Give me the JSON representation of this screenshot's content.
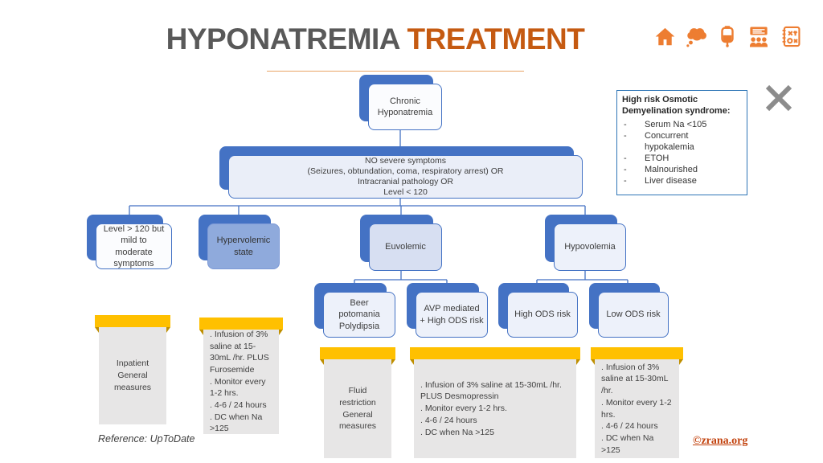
{
  "title": {
    "gray": "HYPONATREMIA",
    "orange": "TREATMENT"
  },
  "icons": [
    "home-icon",
    "thought-cloud-icon",
    "iv-bag-icon",
    "presentation-audience-icon",
    "strategy-notebook-icon",
    "close-icon"
  ],
  "nodes": {
    "root": "Chronic\nHyponatremia",
    "criteria": "NO severe symptoms\n(Seizures, obtundation, coma, respiratory arrest) OR\nIntracranial pathology OR\nLevel < 120",
    "level120": "Level > 120 but\nmild to\nmoderate\nsymptoms",
    "hypervolemic": "Hypervolemic\nstate",
    "euvolemic": "Euvolemic",
    "hypovolemia": "Hypovolemia",
    "beer": "Beer\npotomania\nPolydipsia",
    "avp": "AVP mediated\n+ High ODS risk",
    "high_ods": "High ODS risk",
    "low_ods": "Low ODS risk"
  },
  "treatments": {
    "inpatient": "Inpatient\nGeneral\nmeasures",
    "hypervolemic_tx": ". Infusion of 3% saline at 15-30mL /hr. PLUS Furosemide\n.  Monitor every 1-2 hrs.\n. 4-6 / 24 hours\n. DC when Na >125",
    "fluid_restriction": "Fluid\nrestriction\nGeneral\nmeasures",
    "avp_tx": ". Infusion of 3% saline at 15-30mL /hr.\nPLUS Desmopressin\n.  Monitor every 1-2 hrs.\n. 4-6 / 24 hours\n. DC when Na >125",
    "hypovolemia_tx": ". Infusion of 3% saline at 15-30mL /hr.\n.  Monitor every 1-2 hrs.\n. 4-6 / 24 hours\n. DC when Na >125"
  },
  "ods_note": {
    "title": "High risk Osmotic Demyelination syndrome:",
    "items": [
      "Serum Na <105",
      "Concurrent hypokalemia",
      "ETOH",
      "Malnourished",
      "Liver disease"
    ]
  },
  "footer": {
    "reference": "Reference: UpToDate",
    "credit": "©zrana.org"
  },
  "colors": {
    "accent_blue": "#4472C4",
    "icon_orange": "#ED7D31",
    "title_orange": "#C55A11",
    "title_gray": "#595959",
    "tab_yellow": "#FFC000",
    "body_gray": "#E7E6E6"
  }
}
